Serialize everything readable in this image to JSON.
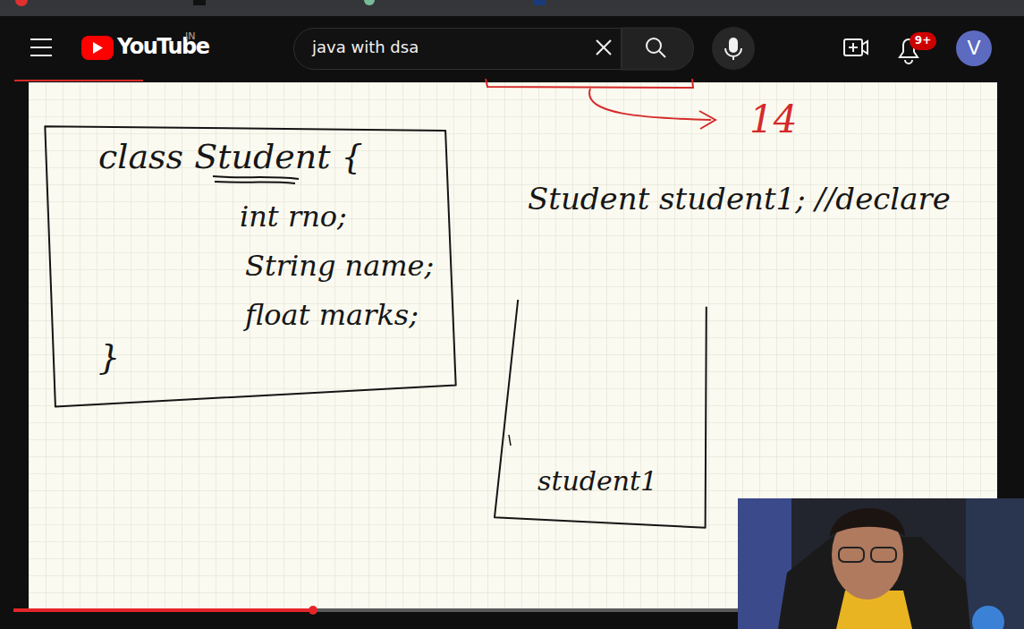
{
  "diagram": {
    "nodes": [
      {
        "text": [
          "java with dsa"
        ]
      },
      {
        "text": [
          "9+"
        ]
      },
      {
        "text": [
          "V"
        ]
      },
      {
        "text": [
          "class Student {",
          "int rno;",
          "String name;",
          "float marks;",
          "}"
        ]
      },
      {
        "text": [
          "student1"
        ]
      }
    ],
    "labels": [
      "YouTube",
      "IN",
      "14",
      "Student student1; //declare"
    ]
  }
}
